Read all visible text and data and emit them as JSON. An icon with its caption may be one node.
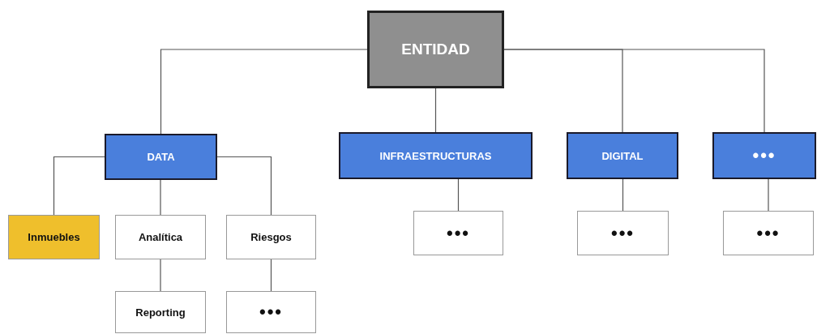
{
  "diagram": {
    "nodes": [
      {
        "text": [
          "ENTIDAD"
        ]
      },
      {
        "text": [
          "DATA"
        ]
      },
      {
        "text": [
          "INFRAESTRUCTURAS"
        ]
      },
      {
        "text": [
          "DIGITAL"
        ]
      },
      {
        "text": [
          "•••"
        ]
      },
      {
        "text": [
          "Inmuebles"
        ]
      },
      {
        "text": [
          "Analítica"
        ]
      },
      {
        "text": [
          "Riesgos"
        ]
      },
      {
        "text": [
          "•••"
        ]
      },
      {
        "text": [
          "•••"
        ]
      },
      {
        "text": [
          "•••"
        ]
      },
      {
        "text": [
          "Reporting"
        ]
      },
      {
        "text": [
          "•••"
        ]
      }
    ],
    "edges": [
      {
        "from": 0,
        "to": 1,
        "arrow": "none"
      },
      {
        "from": 0,
        "to": 2,
        "arrow": "none"
      },
      {
        "from": 0,
        "to": 3,
        "arrow": "none"
      },
      {
        "from": 0,
        "to": 4,
        "arrow": "none"
      },
      {
        "from": 1,
        "to": 5,
        "arrow": "none"
      },
      {
        "from": 1,
        "to": 6,
        "arrow": "none"
      },
      {
        "from": 1,
        "to": 7,
        "arrow": "none"
      },
      {
        "from": 2,
        "to": 8,
        "arrow": "none"
      },
      {
        "from": 3,
        "to": 9,
        "arrow": "none"
      },
      {
        "from": 4,
        "to": 10,
        "arrow": "none"
      },
      {
        "from": 6,
        "to": 11,
        "arrow": "none"
      },
      {
        "from": 7,
        "to": 12,
        "arrow": "none"
      }
    ]
  }
}
